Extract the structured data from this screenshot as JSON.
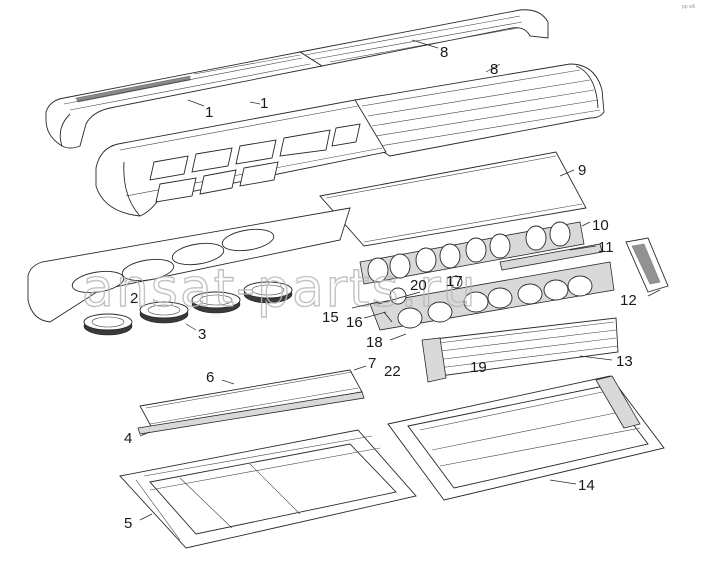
{
  "watermark": "ansat-parts.ru",
  "corner_mark": "pp w6",
  "callouts": [
    {
      "id": "c1a",
      "label": "1"
    },
    {
      "id": "c1b",
      "label": "1"
    },
    {
      "id": "c8a",
      "label": "8"
    },
    {
      "id": "c8b",
      "label": "8"
    },
    {
      "id": "c9",
      "label": "9"
    },
    {
      "id": "c10",
      "label": "10"
    },
    {
      "id": "c11",
      "label": "11"
    },
    {
      "id": "c12",
      "label": "12"
    },
    {
      "id": "c2",
      "label": "2"
    },
    {
      "id": "c3",
      "label": "3"
    },
    {
      "id": "c20",
      "label": "20"
    },
    {
      "id": "c17",
      "label": "17"
    },
    {
      "id": "c15",
      "label": "15"
    },
    {
      "id": "c16",
      "label": "16"
    },
    {
      "id": "c18",
      "label": "18"
    },
    {
      "id": "c22",
      "label": "22"
    },
    {
      "id": "c19",
      "label": "19"
    },
    {
      "id": "c13",
      "label": "13"
    },
    {
      "id": "c7",
      "label": "7"
    },
    {
      "id": "c6",
      "label": "6"
    },
    {
      "id": "c4",
      "label": "4"
    },
    {
      "id": "c5",
      "label": "5"
    },
    {
      "id": "c14",
      "label": "14"
    }
  ]
}
